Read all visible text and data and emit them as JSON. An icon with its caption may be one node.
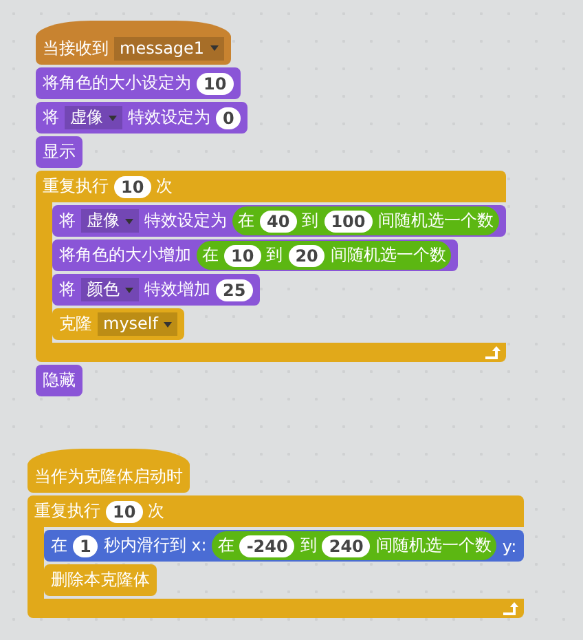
{
  "diagram": {
    "nodes": [
      {
        "text": [
          "当接收到",
          "message1"
        ]
      },
      {
        "text": [
          "将角色的大小设定为",
          "10"
        ]
      },
      {
        "text": [
          "将",
          "虚像",
          "特效设定为",
          "0"
        ]
      },
      {
        "text": [
          "显示"
        ]
      },
      {
        "text": [
          "重复执行",
          "10",
          "次"
        ]
      },
      {
        "text": [
          "将",
          "虚像",
          "特效设定为"
        ],
        "in": 4
      },
      {
        "text": [
          "在",
          "40",
          "到",
          "100",
          "间随机选一个数"
        ],
        "in": 5
      },
      {
        "text": [
          "将角色的大小增加"
        ],
        "in": 4
      },
      {
        "text": [
          "在",
          "10",
          "到",
          "20",
          "间随机选一个数"
        ],
        "in": 7
      },
      {
        "text": [
          "将",
          "颜色",
          "特效增加",
          "25"
        ],
        "in": 4
      },
      {
        "text": [
          "克隆",
          "myself"
        ],
        "in": 4
      },
      {
        "text": [
          "隐藏"
        ]
      },
      {
        "text": [
          "当作为克隆体启动时"
        ]
      },
      {
        "text": [
          "重复执行",
          "10",
          "次"
        ]
      },
      {
        "text": [
          "在",
          "1",
          "秒内滑行到 x:",
          "y:"
        ],
        "in": 13
      },
      {
        "text": [
          "在",
          "-240",
          "到",
          "240",
          "间随机选一个数"
        ],
        "in": 14
      },
      {
        "text": [
          "删除本克隆体"
        ],
        "in": 13
      }
    ]
  }
}
